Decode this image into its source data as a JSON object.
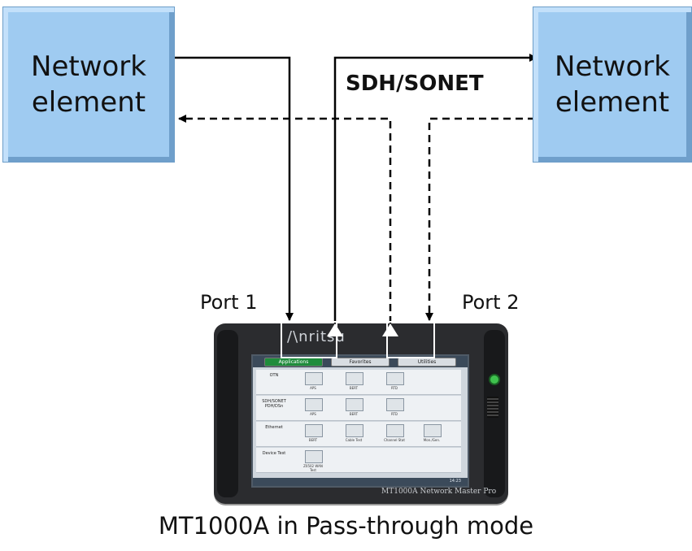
{
  "network_elements": {
    "left": {
      "line1": "Network",
      "line2": "element"
    },
    "right": {
      "line1": "Network",
      "line2": "element"
    }
  },
  "labels": {
    "link": "SDH/SONET",
    "port1": "Port 1",
    "port2": "Port 2",
    "caption": "MT1000A in Pass-through mode"
  },
  "device": {
    "brand": "/\\nritsu",
    "model": "MT1000A Network Master Pro",
    "tabs": [
      "Applications",
      "Favorites",
      "Utilities"
    ],
    "rows": [
      {
        "name": "OTN",
        "tiles": [
          "APS",
          "BERT",
          "RTD"
        ]
      },
      {
        "name": "SDH/SONET PDH/DSn",
        "tiles": [
          "APS",
          "BERT",
          "RTD"
        ]
      },
      {
        "name": "Ethernet",
        "tiles": [
          "BERT",
          "Cable Test",
          "Channel Stat",
          "Mon./Gen."
        ]
      },
      {
        "name": "Device Test",
        "tiles": [
          "Z0502 WAN Test"
        ]
      }
    ],
    "status_time": "14:23"
  },
  "colors": {
    "box_fill": "#9fcbf1",
    "line": "#000000",
    "device_body": "#2b2c2f",
    "active_tab": "#1f8c3c"
  }
}
